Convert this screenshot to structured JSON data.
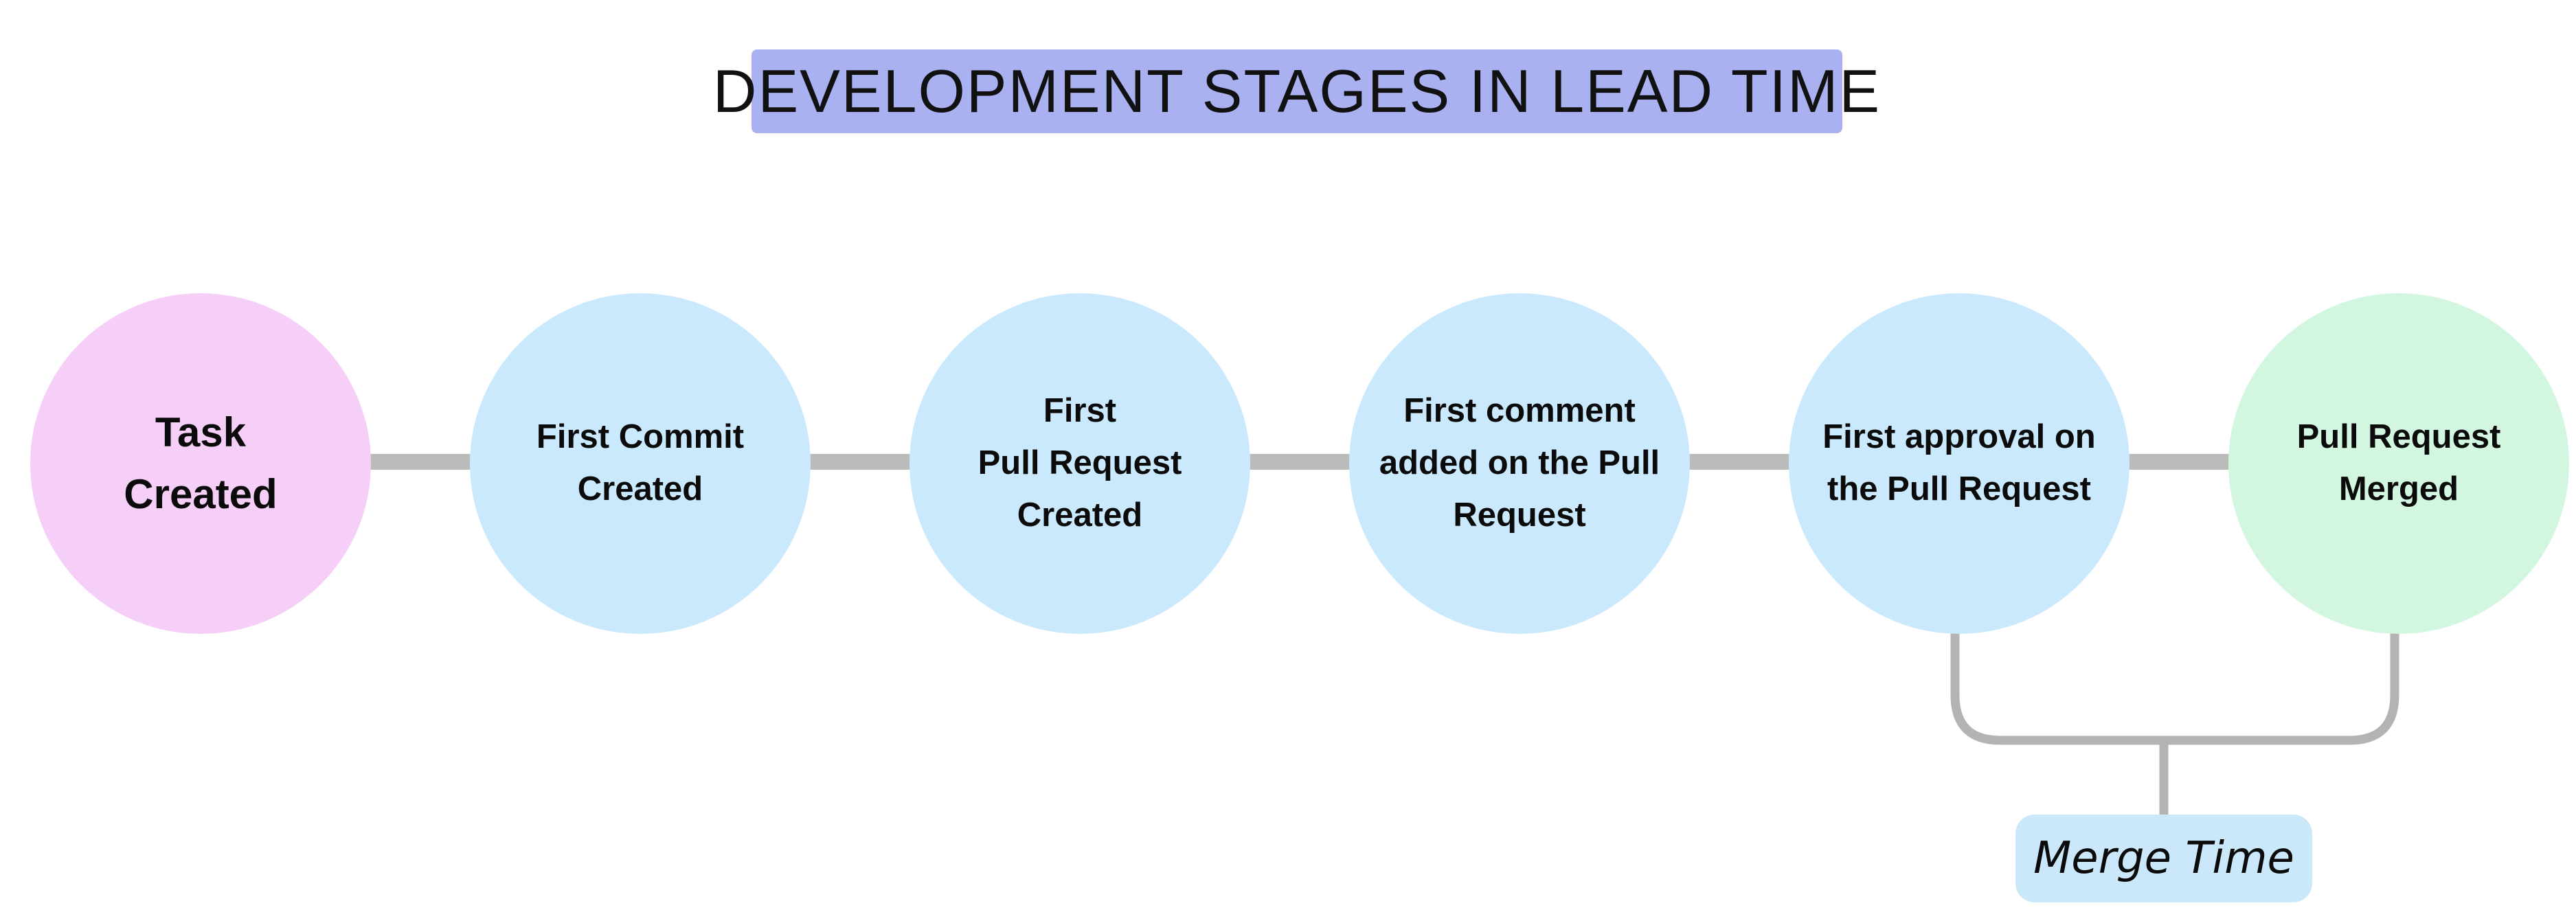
{
  "title": {
    "text": "DEVELOPMENT STAGES IN LEAD TIME"
  },
  "stages": [
    {
      "label": "Task\nCreated",
      "color": "#F5CFF7",
      "role": "start"
    },
    {
      "label": "First Commit\nCreated",
      "color": "#CAE9FC",
      "role": "middle"
    },
    {
      "label": "First\nPull Request\nCreated",
      "color": "#CAE9FC",
      "role": "middle"
    },
    {
      "label": "First comment\nadded on the Pull\nRequest",
      "color": "#CAE9FC",
      "role": "middle"
    },
    {
      "label": "First approval on\nthe Pull Request",
      "color": "#CAE9FC",
      "role": "middle"
    },
    {
      "label": "Pull Request\nMerged",
      "color": "#D2F6E0",
      "role": "end"
    }
  ],
  "merge_annotation": {
    "label": "Merge Time",
    "background": "#CBE8FB",
    "spans_from": "First approval on the Pull Request",
    "spans_to": "Pull Request Merged"
  },
  "colors": {
    "title_background": "#A9B1F1",
    "connector": "#BBBBBB",
    "bracket": "#B3B3B3",
    "text": "#0B0B0B",
    "background": "#FFFFFF"
  }
}
